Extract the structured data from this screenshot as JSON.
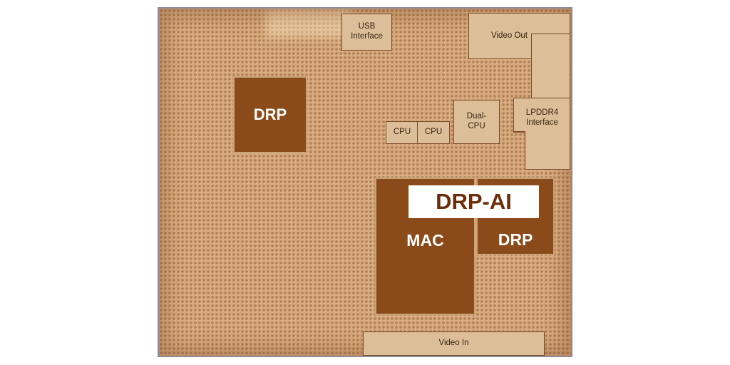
{
  "diagram": {
    "title": "DRP-AI",
    "colors": {
      "die": "#d7a97c",
      "dark_block": "#8b4a1a",
      "light_block": "#dcbf98",
      "title_text": "#6b2e0c"
    },
    "blocks": {
      "usb_interface": {
        "line1": "USB",
        "line2": "Interface"
      },
      "video_out": "Video Out",
      "drp_left": "DRP",
      "cpu_1": "CPU",
      "cpu_2": "CPU",
      "dual_cpu": {
        "line1": "Dual-",
        "line2": "CPU"
      },
      "lpddr4_interface": {
        "line1": "LPDDR4",
        "line2": "Interface"
      },
      "mac": "MAC",
      "drp_ai_drp": "DRP",
      "video_in": "Video In"
    }
  }
}
